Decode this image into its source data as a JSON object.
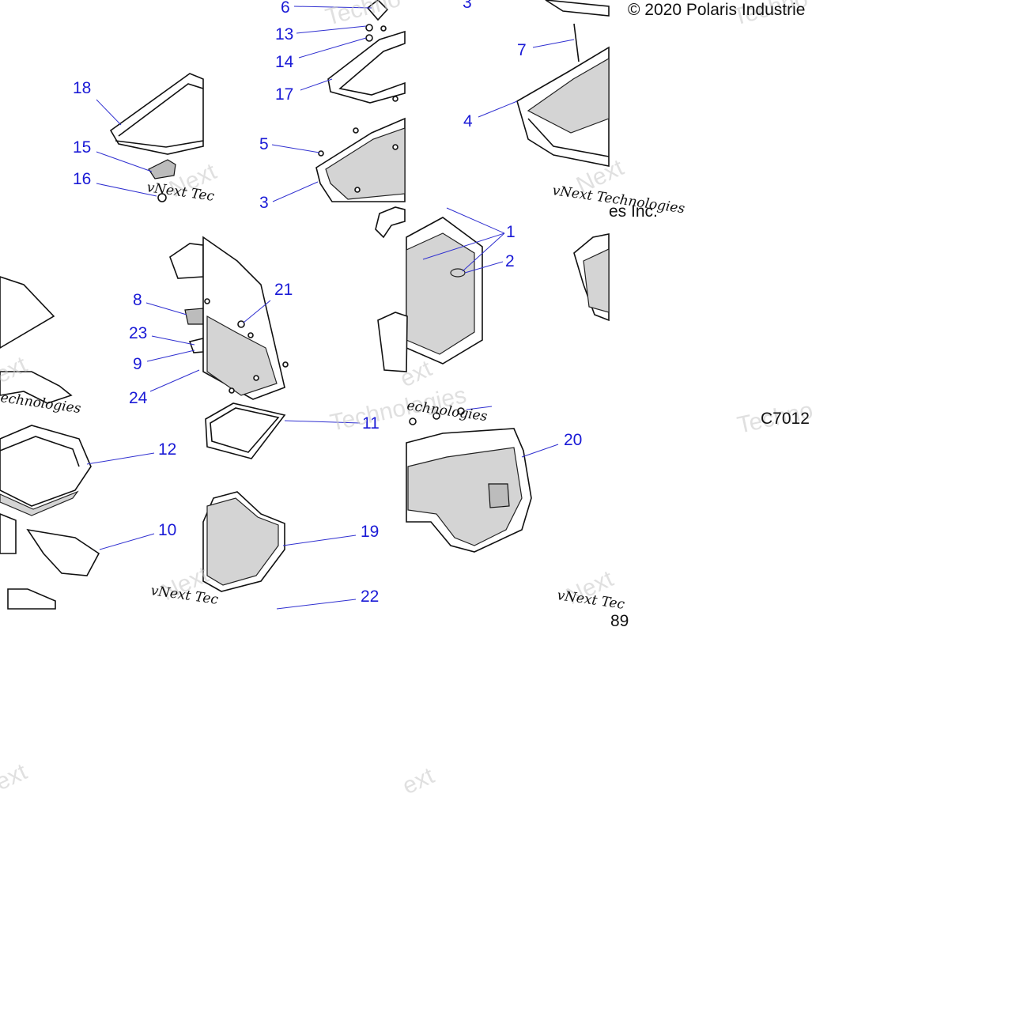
{
  "copyright": "© 2020 Polaris Industrie",
  "copyright_fragment": "es Inc.",
  "figure_code": "C7012",
  "page_fragment": "89",
  "watermark": {
    "brand_1": "vNext Tec",
    "brand_2": "vNext Technologies",
    "brand_3": "Technologies",
    "word_next": "Next",
    "word_ext": "ext",
    "word_techno": "Techno",
    "word_echno": "echnologies"
  },
  "callouts": [
    "1",
    "2",
    "3",
    "4",
    "5",
    "6",
    "7",
    "8",
    "9",
    "10",
    "11",
    "12",
    "13",
    "14",
    "15",
    "16",
    "17",
    "18",
    "19",
    "20",
    "21",
    "22",
    "23",
    "24"
  ],
  "accent_color": "#1a1ad6"
}
